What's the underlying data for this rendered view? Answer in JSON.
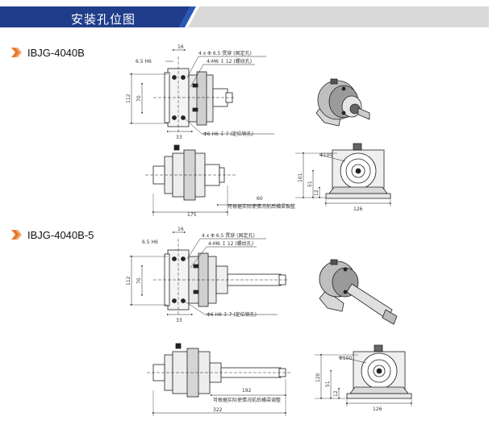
{
  "header": {
    "title": "安装孔位图",
    "colors": {
      "bar_dark": "#1f3d8a",
      "bar_mid": "#2a58b8",
      "bar_light": "#d9d9d9",
      "arrow": "#e8762c"
    }
  },
  "models": [
    {
      "label": "IBJG-4040B",
      "annotations": {
        "holes_through": "4 x Φ 6.5 贯穿 (固定孔)",
        "thread_holes": "4-M6 ↧ 12 (螺纹孔)",
        "locating_holes": "Φ6 H6 ↧ 7 (定位销孔)",
        "dim_top_left": "6.5 H6",
        "dim_16": "16",
        "dim_112": "112",
        "dim_70": "70",
        "dim_33": "33",
        "dim_60": "60",
        "dim_175": "175",
        "adjust_note": "可根据实际使情况前后横梁调整",
        "dim_phi100": "Φ100",
        "dim_101": "101",
        "dim_12": "12",
        "dim_51": "51",
        "dim_126": "126"
      }
    },
    {
      "label": "IBJG-4040B-5",
      "annotations": {
        "holes_through": "4 x Φ 6.5 贯穿 (固定孔)",
        "thread_holes": "4-M6 ↧ 12 (螺纹孔)",
        "locating_holes": "Φ6 H6 ↧ 7 (定位销孔)",
        "dim_top_left": "6.5 H6",
        "dim_16": "16",
        "dim_112": "112",
        "dim_70": "70",
        "dim_33": "33",
        "dim_192": "192",
        "dim_322": "322",
        "adjust_note": "可根据实际使情况前后横梁调整",
        "dim_phi100": "Φ100",
        "dim_120": "120",
        "dim_12": "12",
        "dim_51": "51",
        "dim_126": "126"
      }
    }
  ]
}
